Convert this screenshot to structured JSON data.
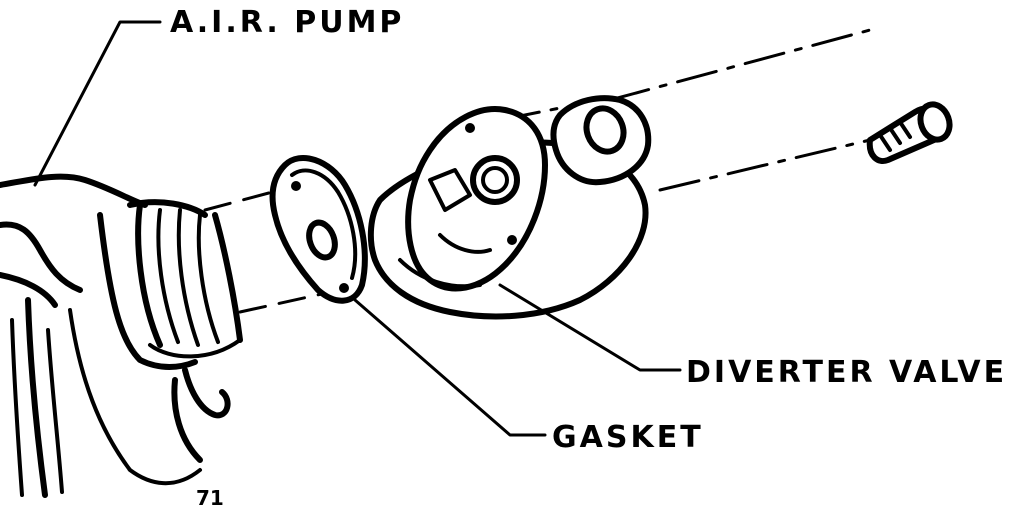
{
  "labels": {
    "air_pump": "A.I.R. PUMP",
    "diverter_valve": "DIVERTER VALVE",
    "gasket": "GASKET",
    "figure_code": "71"
  }
}
